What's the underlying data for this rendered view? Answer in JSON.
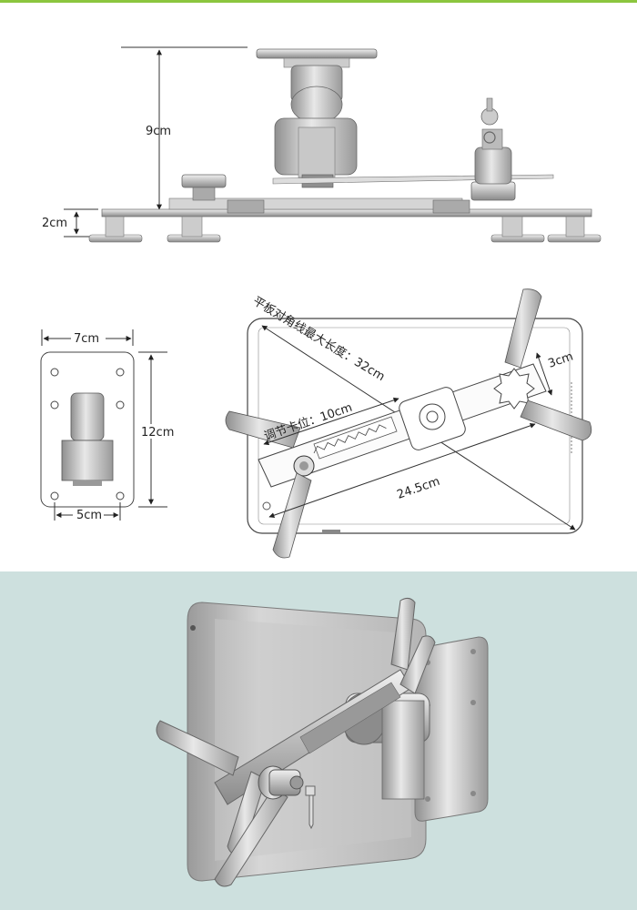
{
  "colors": {
    "top_border": "#8cc63f",
    "photo_background": "#cde0de",
    "metal_light": "#e2e2e2",
    "metal_mid": "#b9b9b9",
    "metal_dark": "#7d7d7d",
    "line": "#333333"
  },
  "side_view": {
    "height_label": "9cm",
    "base_label": "2cm"
  },
  "plate_view": {
    "width_top_label": "7cm",
    "height_label": "12cm",
    "width_bottom_label": "5cm"
  },
  "top_view": {
    "diagonal_label": "平板对角线最大长度：32cm",
    "adjust_label": "调节卡位：10cm",
    "clamp_label": "3cm",
    "length_label": "24.5cm"
  },
  "photo": {
    "description_icons": [
      "tablet",
      "clamp-arms",
      "lock",
      "key",
      "wall-plate"
    ]
  }
}
